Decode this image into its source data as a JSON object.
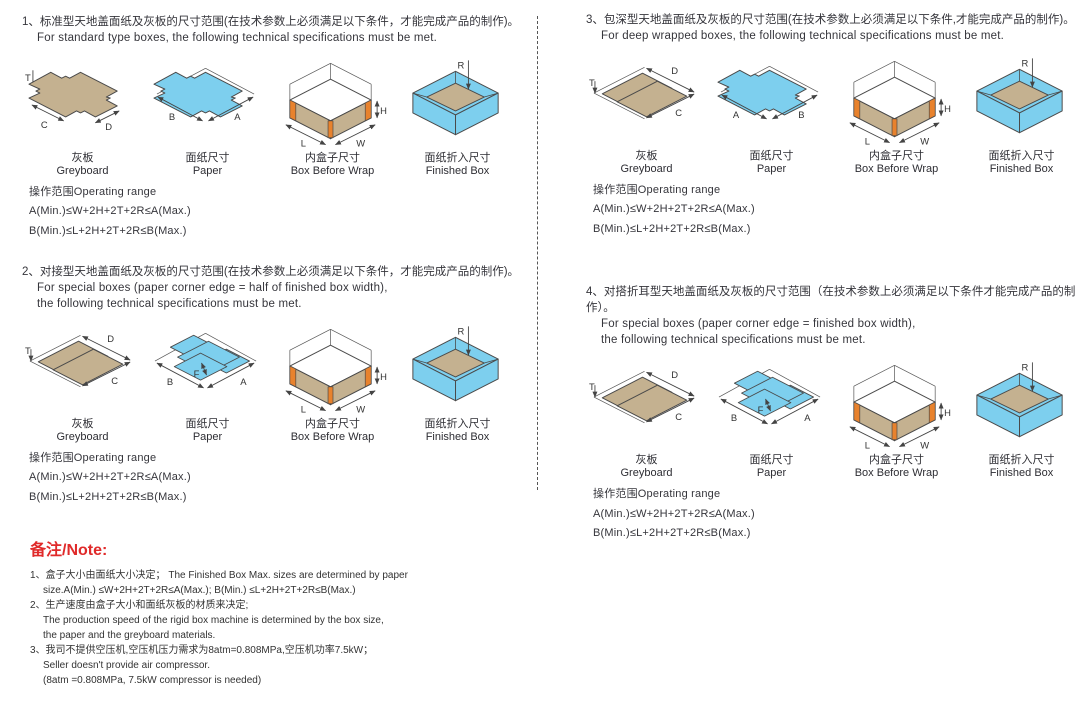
{
  "colors": {
    "greyboard": "#c4b190",
    "paper": "#7dcfee",
    "corner": "#e8822d",
    "note_red": "#e02a2a",
    "text": "#3a3a3a"
  },
  "sections": [
    {
      "title_zh": "1、标准型天地盖面纸及灰板的尺寸范围(在技术参数上必须满足以下条件，才能完成产品的制作)。",
      "title_en_1": "For standard type boxes, the following technical specifications must be met.",
      "title_en_2": "",
      "diagrams": {
        "greyboard": {
          "zh": "灰板",
          "en": "Greyboard",
          "dims": {
            "t": "T",
            "ll": "C",
            "lr": "D"
          }
        },
        "paper": {
          "zh": "面纸尺寸",
          "en": "Paper",
          "dims": {
            "ll": "B",
            "lr": "A"
          }
        },
        "box": {
          "zh": "内盒子尺寸",
          "en": "Box Before Wrap",
          "dims": {
            "ll": "L",
            "lr": "W",
            "h": "H"
          }
        },
        "finished": {
          "zh": "面纸折入尺寸",
          "en": "Finished Box",
          "dims": {
            "r": "R"
          }
        }
      },
      "range_title": "操作范围Operating range",
      "formula_a": "A(Min.)≤W+2H+2T+2R≤A(Max.)",
      "formula_b": "B(Min.)≤L+2H+2T+2R≤B(Max.)"
    },
    {
      "title_zh": "2、对接型天地盖面纸及灰板的尺寸范围(在技术参数上必须满足以下条件，才能完成产品的制作)。",
      "title_en_1": "For special boxes (paper corner edge = half of finished box width),",
      "title_en_2": "the following technical specifications must be met.",
      "diagrams": {
        "greyboard": {
          "zh": "灰板",
          "en": "Greyboard",
          "dims": {
            "t": "T",
            "ur": "D",
            "lr": "C"
          }
        },
        "paper": {
          "zh": "面纸尺寸",
          "en": "Paper",
          "dims": {
            "ll": "B",
            "lr": "A",
            "f": "F"
          }
        },
        "box": {
          "zh": "内盒子尺寸",
          "en": "Box Before Wrap",
          "dims": {
            "ll": "L",
            "lr": "W",
            "h": "H"
          }
        },
        "finished": {
          "zh": "面纸折入尺寸",
          "en": "Finished Box",
          "dims": {
            "r": "R"
          }
        }
      },
      "range_title": "操作范围Operating range",
      "formula_a": "A(Min.)≤W+2H+2T+2R≤A(Max.)",
      "formula_b": "B(Min.)≤L+2H+2T+2R≤B(Max.)"
    },
    {
      "title_zh": "3、包深型天地盖面纸及灰板的尺寸范围(在技术参数上必须满足以下条件,才能完成产品的制作)。",
      "title_en_1": "For deep wrapped boxes, the following technical specifications must be met.",
      "title_en_2": "",
      "diagrams": {
        "greyboard": {
          "zh": "灰板",
          "en": "Greyboard",
          "dims": {
            "t": "T",
            "ur": "D",
            "lr": "C"
          }
        },
        "paper": {
          "zh": "面纸尺寸",
          "en": "Paper",
          "dims": {
            "ll": "A",
            "lr": "B"
          }
        },
        "box": {
          "zh": "内盒子尺寸",
          "en": "Box Before Wrap",
          "dims": {
            "ll": "L",
            "lr": "W",
            "h": "H"
          }
        },
        "finished": {
          "zh": "面纸折入尺寸",
          "en": "Finished Box",
          "dims": {
            "r": "R"
          }
        }
      },
      "range_title": "操作范围Operating range",
      "formula_a": "A(Min.)≤W+2H+2T+2R≤A(Max.)",
      "formula_b": "B(Min.)≤L+2H+2T+2R≤B(Max.)"
    },
    {
      "title_zh": "4、对搭折耳型天地盖面纸及灰板的尺寸范围（在技术参数上必须满足以下条件才能完成产品的制作）。",
      "title_en_1": "For special boxes (paper corner edge = finished box width),",
      "title_en_2": "the following technical specifications must be met.",
      "diagrams": {
        "greyboard": {
          "zh": "灰板",
          "en": "Greyboard",
          "dims": {
            "t": "T",
            "ur": "D",
            "lr": "C"
          }
        },
        "paper": {
          "zh": "面纸尺寸",
          "en": "Paper",
          "dims": {
            "ll": "B",
            "lr": "A",
            "f": "F"
          }
        },
        "box": {
          "zh": "内盒子尺寸",
          "en": "Box Before Wrap",
          "dims": {
            "ll": "L",
            "lr": "W",
            "h": "H"
          }
        },
        "finished": {
          "zh": "面纸折入尺寸",
          "en": "Finished Box",
          "dims": {
            "r": "R"
          }
        }
      },
      "range_title": "操作范围Operating range",
      "formula_a": "A(Min.)≤W+2H+2T+2R≤A(Max.)",
      "formula_b": "B(Min.)≤L+2H+2T+2R≤B(Max.)"
    }
  ],
  "notes": {
    "heading": "备注/Note:",
    "items": [
      {
        "lines": [
          "1、盒子大小由面纸大小决定； The Finished Box Max. sizes are determined by paper",
          "size.A(Min.) ≤W+2H+2T+2R≤A(Max.); B(Min.) ≤L+2H+2T+2R≤B(Max.)"
        ]
      },
      {
        "lines": [
          "2、生产速度由盒子大小和面纸灰板的材质来决定;",
          "The production speed of the rigid box machine is determined by the box size,",
          "the paper and the greyboard materials."
        ]
      },
      {
        "lines": [
          "3、我司不提供空压机,空压机压力需求为8atm=0.808MPa,空压机功率7.5kW；",
          "Seller doesn't provide air compressor.",
          "(8atm =0.808MPa, 7.5kW compressor is needed)"
        ]
      }
    ]
  }
}
